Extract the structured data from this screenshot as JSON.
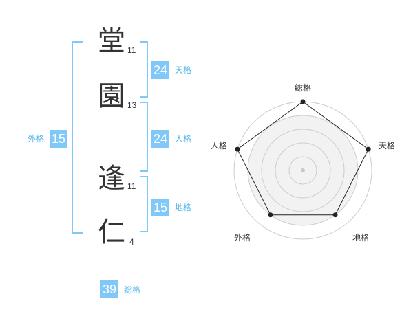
{
  "name_chars": [
    {
      "char": "堂",
      "strokes": "11"
    },
    {
      "char": "園",
      "strokes": "13"
    },
    {
      "char": "逢",
      "strokes": "11"
    },
    {
      "char": "仁",
      "strokes": "4"
    }
  ],
  "fortune": {
    "tenkaku": {
      "value": "24",
      "label": "天格"
    },
    "jinkaku": {
      "value": "24",
      "label": "人格"
    },
    "chikaku": {
      "value": "15",
      "label": "地格"
    },
    "gaikaku": {
      "value": "15",
      "label": "外格"
    },
    "soukaku": {
      "value": "39",
      "label": "総格"
    }
  },
  "colors": {
    "accent": "#7fc8f8",
    "text": "#333333",
    "ring": "#cccccc"
  },
  "chart_data": {
    "type": "radar",
    "axes": [
      "総格",
      "天格",
      "地格",
      "外格",
      "人格"
    ],
    "values": [
      5,
      5,
      4,
      4,
      5
    ],
    "max": 5
  }
}
